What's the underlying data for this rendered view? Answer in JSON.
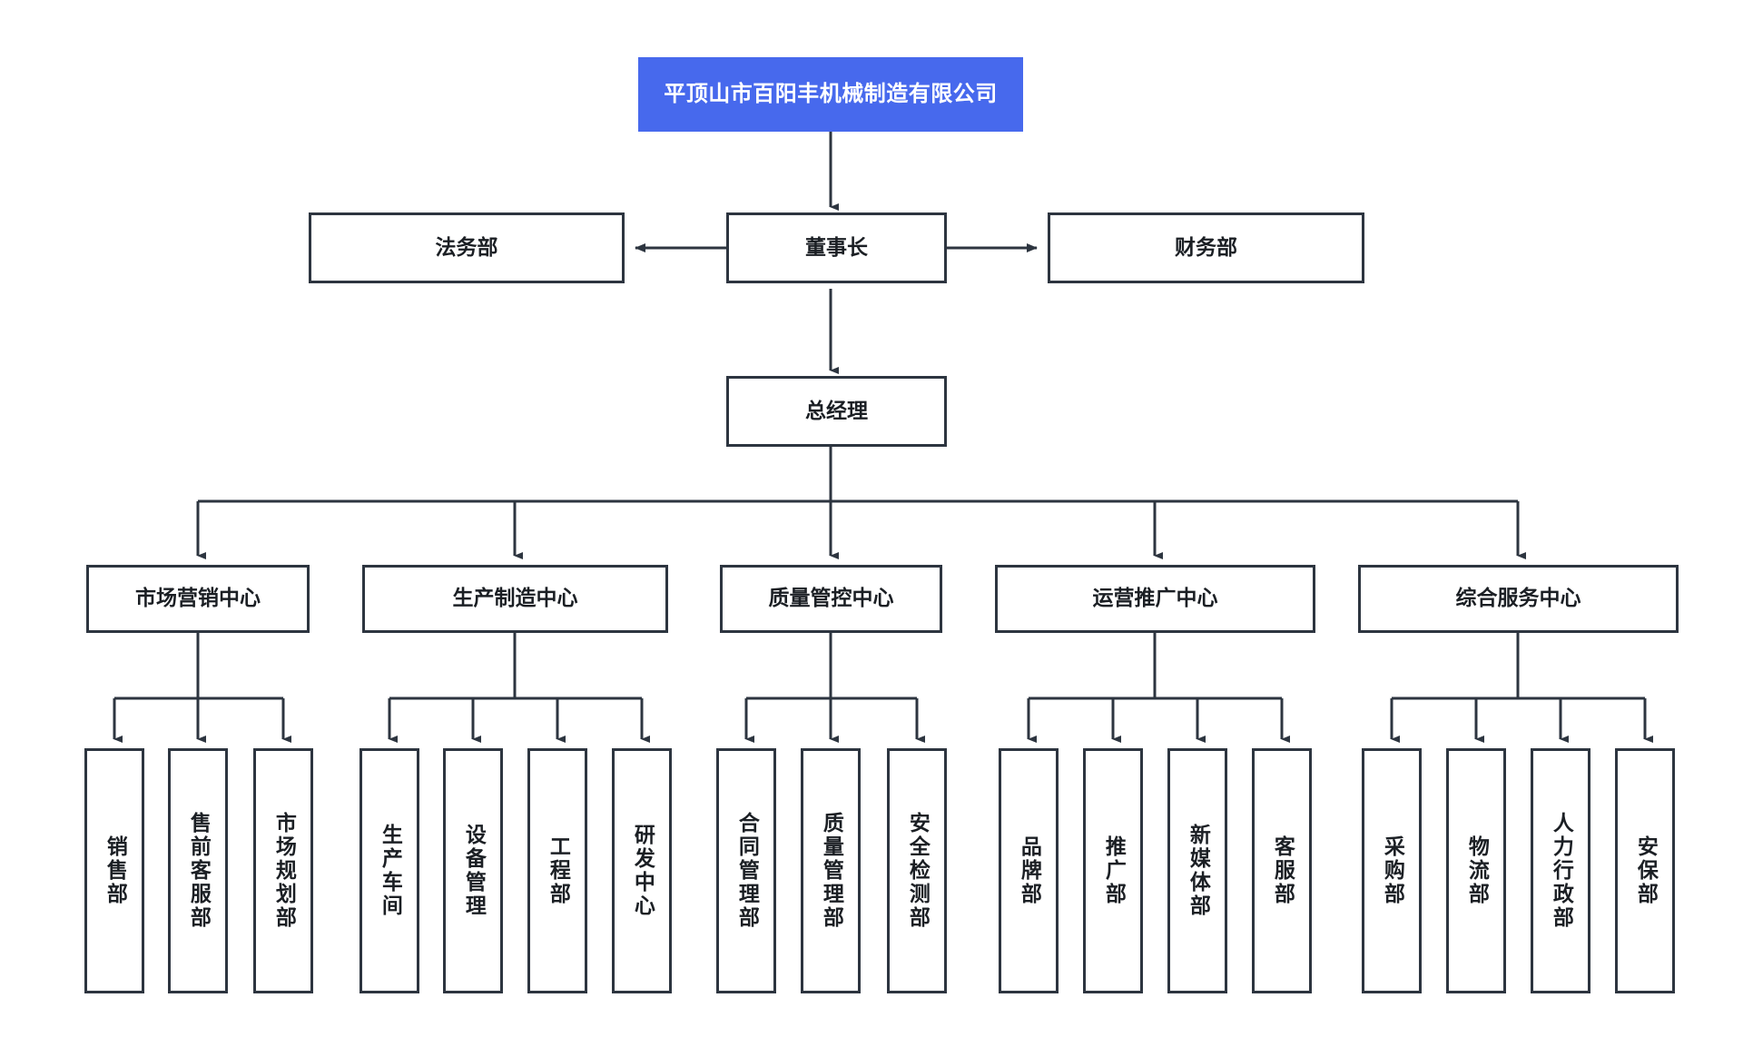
{
  "diagram": {
    "title": "平顶山市百阳丰机械制造有限公司",
    "type": "organization-chart",
    "colors": {
      "root_fill": "#4769ed",
      "root_text": "#ffffff",
      "node_border": "#2d3540",
      "node_fill": "#ffffff",
      "node_text": "#1b1f24",
      "edge": "#2d3540",
      "background": "#ffffff"
    }
  },
  "root": {
    "label": "平顶山市百阳丰机械制造有限公司"
  },
  "executive": {
    "chairman": {
      "label": "董事长"
    },
    "legal": {
      "label": "法务部"
    },
    "finance": {
      "label": "财务部"
    },
    "general_manager": {
      "label": "总经理"
    }
  },
  "centers": [
    {
      "label": "市场营销中心",
      "departments": [
        {
          "label": "销售部"
        },
        {
          "label": "售前客服部"
        },
        {
          "label": "市场规划部"
        }
      ]
    },
    {
      "label": "生产制造中心",
      "departments": [
        {
          "label": "生产车间"
        },
        {
          "label": "设备管理"
        },
        {
          "label": "工程部"
        },
        {
          "label": "研发中心"
        }
      ]
    },
    {
      "label": "质量管控中心",
      "departments": [
        {
          "label": "合同管理部"
        },
        {
          "label": "质量管理部"
        },
        {
          "label": "安全检测部"
        }
      ]
    },
    {
      "label": "运营推广中心",
      "departments": [
        {
          "label": "品牌部"
        },
        {
          "label": "推广部"
        },
        {
          "label": "新媒体部"
        },
        {
          "label": "客服部"
        }
      ]
    },
    {
      "label": "综合服务中心",
      "departments": [
        {
          "label": "采购部"
        },
        {
          "label": "物流部"
        },
        {
          "label": "人力行政部"
        },
        {
          "label": "安保部"
        }
      ]
    }
  ]
}
